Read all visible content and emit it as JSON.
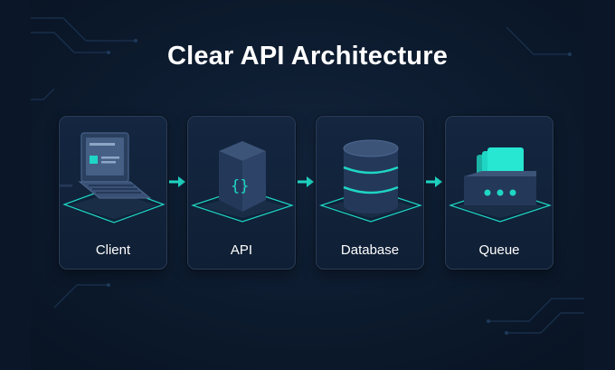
{
  "title": "Clear API Architecture",
  "components": [
    {
      "label": "Client",
      "icon": "laptop-icon"
    },
    {
      "label": "API",
      "icon": "code-cube-icon",
      "glyph": "{}"
    },
    {
      "label": "Database",
      "icon": "database-icon"
    },
    {
      "label": "Queue",
      "icon": "queue-icon"
    }
  ],
  "colors": {
    "background": "#0c1a2d",
    "card": "#132540",
    "card_border": "#2a3c57",
    "accent": "#1fd6c4",
    "text": "#ffffff"
  }
}
